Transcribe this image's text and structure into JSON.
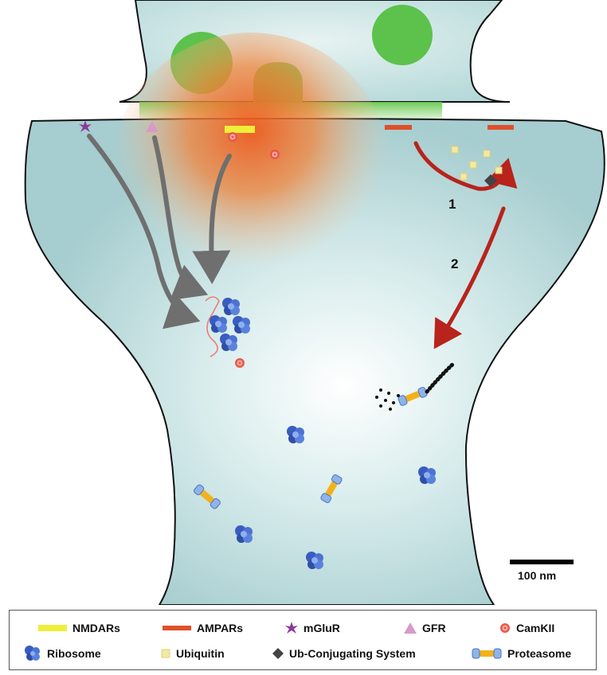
{
  "diagram": {
    "step_labels": [
      "1",
      "2"
    ],
    "scale_bar_label": "100 nm",
    "colors": {
      "cytoplasm": "#cfe6e6",
      "spine_fill": "#a9cfd1",
      "vesicle": "#5cc24c",
      "nmdar": "#f0ee3a",
      "ampar": "#e0502a",
      "mglur": "#8a3a9a",
      "gfr": "#d79ac9",
      "camkii": "#e8584a",
      "ribosome": "#3a5cc0",
      "ubiquitin": "#f1eaa6",
      "ub_system": "#444444",
      "pathway_arrow_gray": "#6f6f6f",
      "pathway_arrow_red": "#b8231c",
      "proteasome_core": "#f2b21c"
    }
  },
  "legend": {
    "row1": [
      {
        "label": "NMDARs",
        "icon": "yellow-bar-icon"
      },
      {
        "label": "AMPARs",
        "icon": "orange-bar-icon"
      },
      {
        "label": "mGluR",
        "icon": "purple-star-icon"
      },
      {
        "label": "GFR",
        "icon": "pink-triangle-icon"
      },
      {
        "label": "CamKII",
        "icon": "red-flower-icon"
      }
    ],
    "row2": [
      {
        "label": "Ribosome",
        "icon": "ribosome-icon"
      },
      {
        "label": "Ubiquitin",
        "icon": "ubiquitin-icon"
      },
      {
        "label": "Ub-Conjugating System",
        "icon": "diamond-icon"
      },
      {
        "label": "Proteasome",
        "icon": "proteasome-icon"
      }
    ]
  }
}
